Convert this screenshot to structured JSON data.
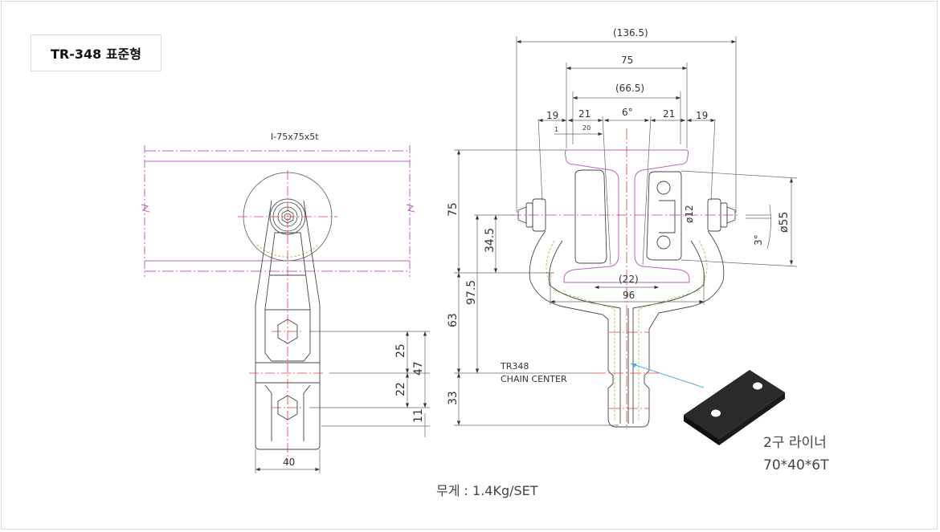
{
  "title": "TR-348 표준형",
  "side_view": {
    "beam_label": "I-75x75x5t",
    "dims": {
      "d25": "25",
      "d22": "22",
      "d47": "47",
      "d11": "11",
      "d40": "40"
    }
  },
  "front_view": {
    "dims": {
      "overall": "(136.5)",
      "width75": "75",
      "inner": "(66.5)",
      "left19": "19",
      "left21": "21",
      "angle6": "6°",
      "right21": "21",
      "right19": "19",
      "small1": "1",
      "small20": "20",
      "h75": "75",
      "h34_5": "34.5",
      "h97_5": "97.5",
      "h63": "63",
      "h33": "33",
      "d22": "(22)",
      "w96": "96",
      "phi12": "ø12",
      "phi55": "ø55",
      "angle3": "3°"
    },
    "chain_center": {
      "line1": "TR348",
      "line2": "CHAIN CENTER"
    }
  },
  "liner": {
    "name": "2구 라이너",
    "size": "70*40*6T"
  },
  "weight": "무게 : 1.4Kg/SET",
  "colors": {
    "line": "#444444",
    "center": "#e83a3a",
    "beam": "#c060c0",
    "hidden": "#7ac843",
    "leader": "#4ab0e0",
    "plate": "#222222"
  }
}
